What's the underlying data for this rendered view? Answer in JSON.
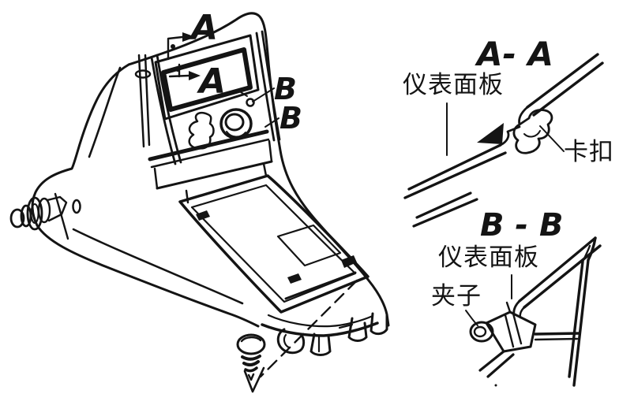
{
  "colors": {
    "ink": "#141414",
    "background": "#ffffff"
  },
  "main_view": {
    "section_label_a_top": "A",
    "section_label_a_inner": "A",
    "section_label_b_upper": "B",
    "section_label_b_lower": "B"
  },
  "detail_aa": {
    "title": "A- A",
    "panel_label": "仪表面板",
    "clip_label": "卡扣"
  },
  "detail_bb": {
    "title": "B - B",
    "panel_label": "仪表面板",
    "clamp_label": "夹子"
  }
}
